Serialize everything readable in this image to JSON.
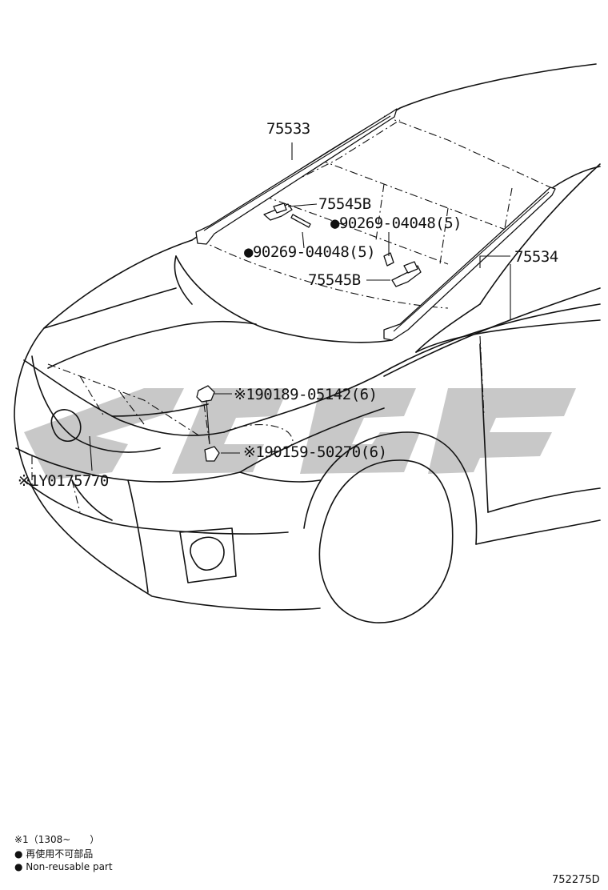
{
  "callouts": {
    "p75533": "75533",
    "p75545B_upper": "75545B",
    "p90269_right": "●90269-04048(5)",
    "p90269_left": "●90269-04048(5)",
    "p75534": "75534",
    "p75545B_lower": "75545B",
    "p90189": "※190189-05142(6)",
    "p90159": "※190159-50270(6)",
    "pY0175770": "※1Y0175770"
  },
  "footnotes": {
    "note1": "※1（1308~　　）",
    "note2": "● 再使用不可部品",
    "note3": "● Non-reusable part"
  },
  "diagram_code": "752275D",
  "colors": {
    "ink": "#111111",
    "watermark": "#9a9a9a"
  }
}
